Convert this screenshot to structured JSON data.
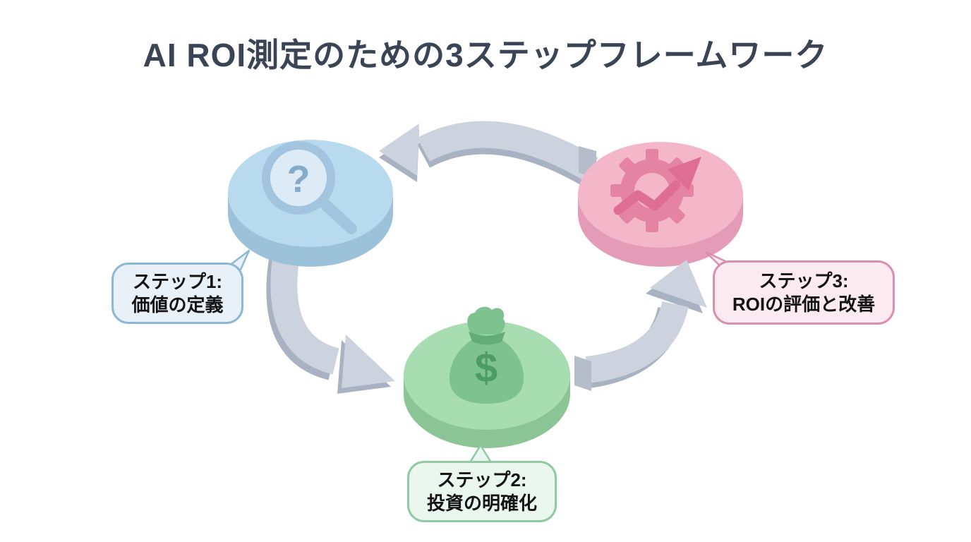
{
  "title": "AI ROI測定のための3ステップフレームワーク",
  "title_color": "#3a4454",
  "background_color": "#ffffff",
  "steps": [
    {
      "label_line1": "ステップ1:",
      "label_line2": "価値の定義",
      "icon": "magnifier-question-icon",
      "icon_glyph": "?",
      "disc_color": "#b8daee",
      "disc_side_color": "#9cc2da",
      "bubble_fill": "#e8f1f8",
      "bubble_border": "#8cb8d6"
    },
    {
      "label_line1": "ステップ2:",
      "label_line2": "投資の明確化",
      "icon": "money-bag-icon",
      "icon_glyph": "$",
      "disc_color": "#a8dcb1",
      "disc_side_color": "#8bc596",
      "bubble_fill": "#eaf7ee",
      "bubble_border": "#90c9a2"
    },
    {
      "label_line1": "ステップ3:",
      "label_line2": "ROIの評価と改善",
      "icon": "gear-growth-icon",
      "icon_glyph": "",
      "disc_color": "#f4b7ca",
      "disc_side_color": "#e49cb6",
      "bubble_fill": "#fbeaf0",
      "bubble_border": "#d98fae"
    }
  ],
  "cycle_arrows": {
    "color_top": "#ccd3df",
    "color_side": "#a9b2c3",
    "color_end_cap": "#b5bdca",
    "direction": "clockwise"
  }
}
